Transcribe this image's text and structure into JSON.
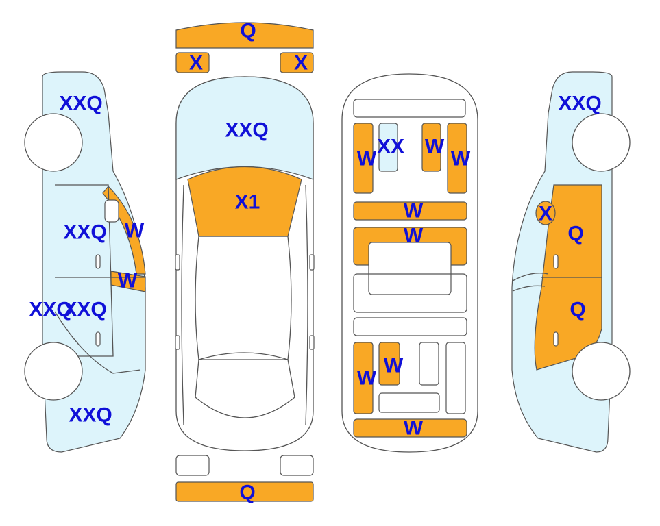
{
  "labels": {
    "front_bumper": "Q",
    "front_lamp_left": "X",
    "front_lamp_right": "X",
    "hood": "XXQ",
    "windshield": "X1",
    "left_front_fender": "XXQ",
    "left_front_door": "XXQ",
    "left_front_window": "W",
    "left_rear_window": "W",
    "left_rocker": "XXQ",
    "left_rear_door": "XXQ",
    "left_rear_quarter": "XXQ",
    "interior_front_left": "W",
    "interior_console": "XX",
    "interior_front_mid": "W",
    "interior_front_right": "W",
    "interior_dash": "W",
    "interior_front_seat": "W",
    "interior_rear_left": "W",
    "interior_rear_mid": "W",
    "interior_trunk": "W",
    "right_front_fender": "XXQ",
    "right_mirror": "X",
    "right_front_door": "Q",
    "right_rear_door": "Q",
    "rear_bumper": "Q"
  },
  "colors": {
    "damaged": "#f9a825",
    "scratched": "#ddf4fb",
    "label": "#1010d8"
  }
}
